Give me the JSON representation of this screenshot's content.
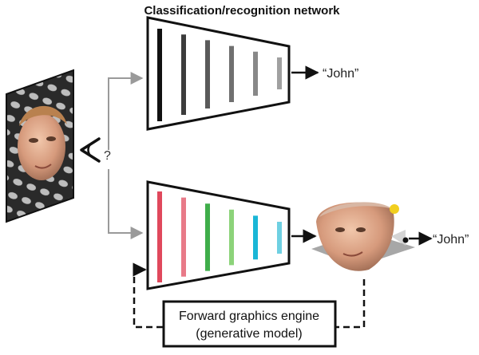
{
  "title": "Classification/recognition network",
  "top_output_label": "“John”",
  "bottom_output_label": "“John”",
  "question_mark": "?",
  "engine": {
    "line1": "Forward graphics engine",
    "line2": "(generative model)"
  },
  "colors": {
    "top_layer_bars": [
      "#111111",
      "#3c3c3c",
      "#5a5a5a",
      "#707070",
      "#888888",
      "#a0a0a0"
    ],
    "bottom_layer_bars": [
      "#e0485c",
      "#e87a88",
      "#3fae4a",
      "#8cd37a",
      "#1ab6d6",
      "#6fd0e2"
    ],
    "light_source": "#f2cf1f",
    "gray_arrows": "#9a9a9a"
  }
}
